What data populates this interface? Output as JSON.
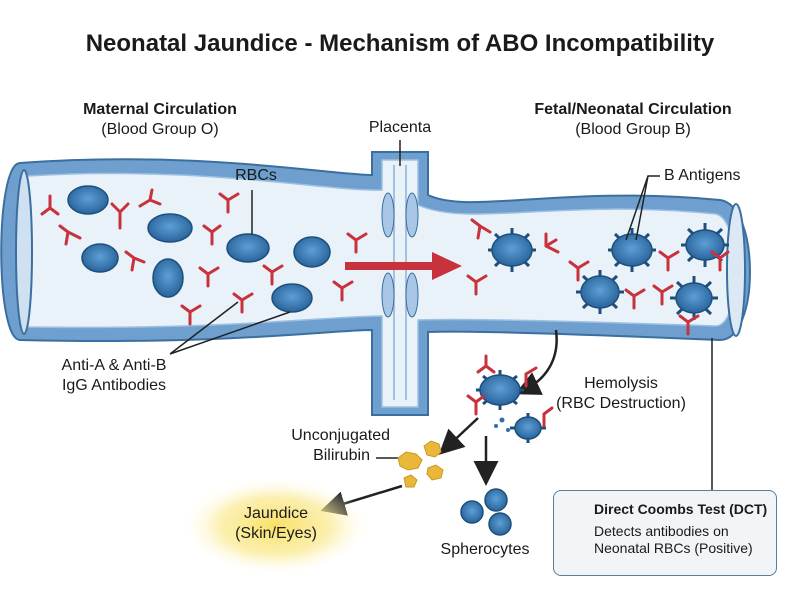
{
  "title": "Neonatal Jaundice - Mechanism of ABO Incompatibility",
  "maternal": {
    "heading": "Maternal Circulation",
    "blood_group": "(Blood Group O)"
  },
  "fetal": {
    "heading": "Fetal/Neonatal Circulation",
    "blood_group": "(Blood Group B)"
  },
  "labels": {
    "placenta": "Placenta",
    "rbcs": "RBCs",
    "b_antigens": "B Antigens",
    "antibodies_line1": "Anti-A & Anti-B",
    "antibodies_line2": "IgG Antibodies",
    "hemolysis_line1": "Hemolysis",
    "hemolysis_line2": "(RBC Destruction)",
    "bilirubin_line1": "Unconjugated",
    "bilirubin_line2": "Bilirubin",
    "jaundice_line1": "Jaundice",
    "jaundice_line2": "(Skin/Eyes)",
    "spherocytes": "Spherocytes"
  },
  "dct": {
    "title": "Direct Coombs Test (DCT)",
    "description": "Detects antibodies on Neonatal RBCs (Positive)"
  },
  "colors": {
    "vessel_wall": "#5b8fc3",
    "vessel_lumen": "#e9f1f9",
    "rbc": "#2f6fa8",
    "antibody": "#c8323c",
    "arrow": "#c8323c",
    "bilirubin": "#e9b83a",
    "jaundice_glow": "#f6d85a"
  }
}
